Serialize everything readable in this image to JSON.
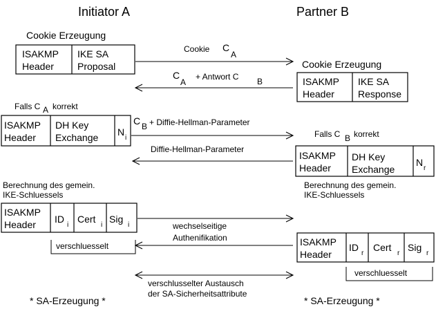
{
  "headings": {
    "initiator": "Initiator A",
    "partner": "Partner B"
  },
  "labels": {
    "cookie_a": "Cookie Erzeugung",
    "cookie_b": "Cookie Erzeugung",
    "falls_a_pre": "Falls C",
    "falls_a_sub": "A",
    "falls_a_post": "korrekt",
    "falls_b_pre": "Falls C",
    "falls_b_sub": "B",
    "falls_b_post": "korrekt",
    "calc_a_line1": "Berechnung des gemein.",
    "calc_a_line2": "IKE-Schluessels",
    "calc_b_line1": "Berechnung des gemein.",
    "calc_b_line2": "IKE-Schluessels",
    "encrypted_a": "verschluesselt",
    "encrypted_b": "verschluesselt",
    "sa_a": "* SA-Erzeugung *",
    "sa_b": "* SA-Erzeugung *"
  },
  "messages": {
    "m1_text": "Cookie",
    "m1_c": "C",
    "m1_sub": "A",
    "m2_c1": "C",
    "m2_sub1": "A",
    "m2_text": "+ Antwort C",
    "m2_sub2": "B",
    "m3_c": "C",
    "m3_sub": "B",
    "m3_text": "+ Diffie-Hellman-Parameter",
    "m4_text": "Diffie-Hellman-Parameter",
    "m5_line1": "wechselseitige",
    "m5_line2": "Authenifikation",
    "m6_line1": "verschlusselter Austausch",
    "m6_line2": "der SA-Sicherheitsattribute"
  },
  "boxes": {
    "a1": {
      "c1l1": "ISAKMP",
      "c1l2": "Header",
      "c2l1": "IKE SA",
      "c2l2": "Proposal"
    },
    "b1": {
      "c1l1": "ISAKMP",
      "c1l2": "Header",
      "c2l1": "IKE SA",
      "c2l2": "Response"
    },
    "a2": {
      "c1l1": "ISAKMP",
      "c1l2": "Header",
      "c2l1": "DH Key",
      "c2l2": "Exchange",
      "n": "N",
      "n_sub": "i"
    },
    "b2": {
      "c1l1": "ISAKMP",
      "c1l2": "Header",
      "c2l1": "DH Key",
      "c2l2": "Exchange",
      "n": "N",
      "n_sub": "r"
    },
    "a3": {
      "c1l1": "ISAKMP",
      "c1l2": "Header",
      "id": "ID",
      "id_sub": "i",
      "cert": "Cert",
      "cert_sub": "i",
      "sig": "Sig",
      "sig_sub": "i"
    },
    "b3": {
      "c1l1": "ISAKMP",
      "c1l2": "Header",
      "id": "ID",
      "id_sub": "r",
      "cert": "Cert",
      "cert_sub": "r",
      "sig": "Sig",
      "sig_sub": "r"
    }
  }
}
